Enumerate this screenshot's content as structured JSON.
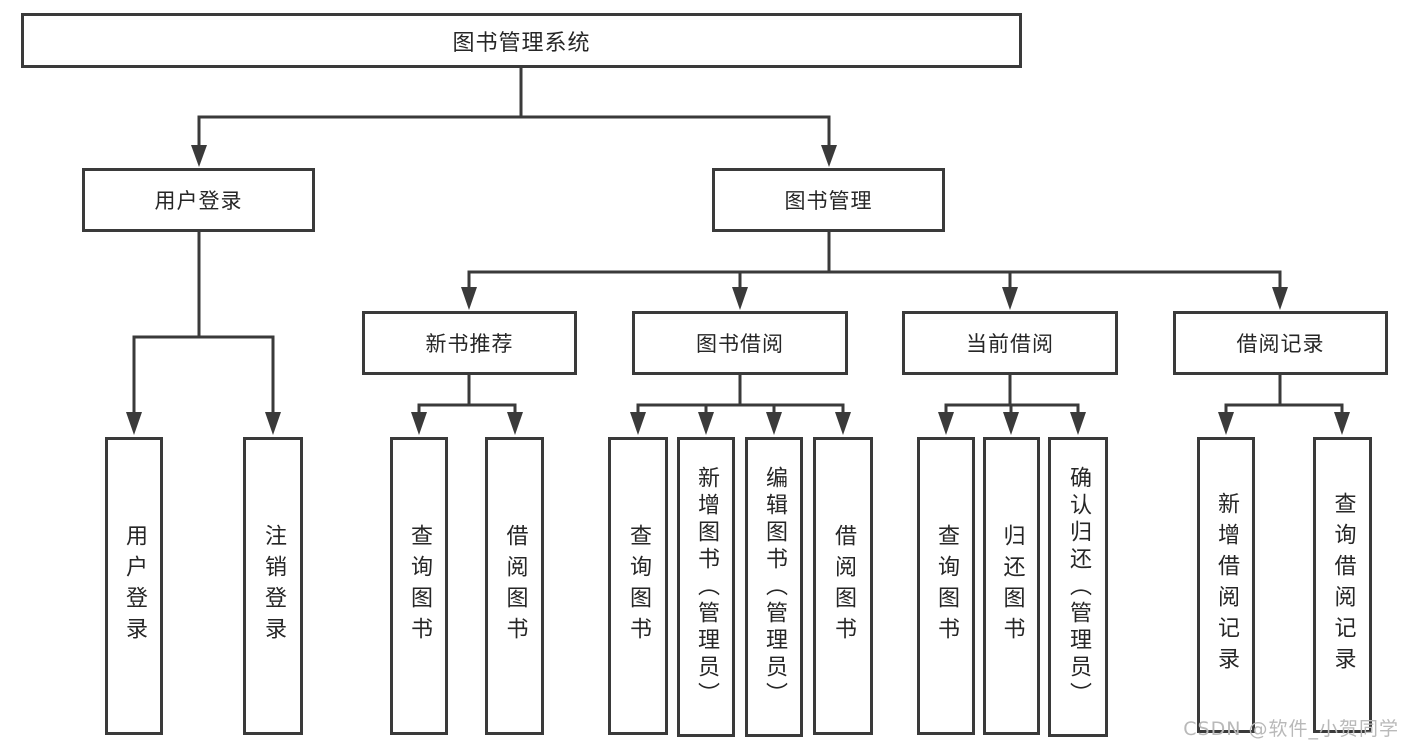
{
  "diagram": {
    "root": {
      "label": "图书管理系统"
    },
    "branches": [
      {
        "label": "用户登录",
        "children": [
          {
            "label": "用户登录"
          },
          {
            "label": "注销登录"
          }
        ]
      },
      {
        "label": "图书管理",
        "children": [
          {
            "label": "新书推荐",
            "children": [
              {
                "label": "查询图书"
              },
              {
                "label": "借阅图书"
              }
            ]
          },
          {
            "label": "图书借阅",
            "children": [
              {
                "label": "查询图书"
              },
              {
                "label": "新增图书（管理员）"
              },
              {
                "label": "编辑图书（管理员）"
              },
              {
                "label": "借阅图书"
              }
            ]
          },
          {
            "label": "当前借阅",
            "children": [
              {
                "label": "查询图书"
              },
              {
                "label": "归还图书"
              },
              {
                "label": "确认归还（管理员）"
              }
            ]
          },
          {
            "label": "借阅记录",
            "children": [
              {
                "label": "新增借阅记录"
              },
              {
                "label": "查询借阅记录"
              }
            ]
          }
        ]
      }
    ]
  },
  "colors": {
    "line": "#3a3a3a",
    "text": "#262626",
    "watermark_gray": "#b9b9b9",
    "background": "#ffffff"
  },
  "watermark": {
    "text": "CSDN @软件_小贺同学"
  }
}
